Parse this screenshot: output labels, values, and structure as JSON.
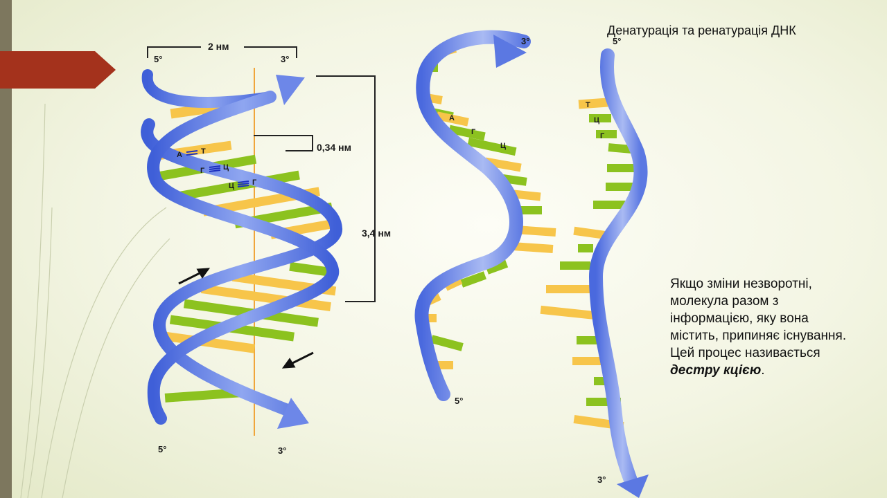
{
  "slide": {
    "title": "Денатурація та ренатурація ДНК",
    "body_intro": "Якщо зміни незворотні, молекула разом з інформацією, яку вона містить, припиняє існування. Цей процес називається ",
    "body_term_part1": "дестру",
    "body_term_part2": "кцією",
    "body_end": "."
  },
  "diagram": {
    "width_label": "2 нм",
    "rise_label": "0,34 нм",
    "pitch_label": "3,4 нм",
    "top_left_end": "5°",
    "top_right_end": "3°",
    "bottom_left_end": "5°",
    "bottom_right_end": "3°",
    "base_pairs": [
      {
        "left": "А",
        "right": "Т"
      },
      {
        "left": "Г",
        "right": "Ц"
      },
      {
        "left": "Ц",
        "right": "Г"
      }
    ],
    "strand_a": {
      "top_end": "3°",
      "bottom_end": "5°",
      "bases": [
        "А",
        "Г",
        "Ц"
      ]
    },
    "strand_b": {
      "top_end": "5°",
      "bottom_end": "3°",
      "bases": [
        "Т",
        "Ц",
        "Г"
      ]
    }
  },
  "colors": {
    "accent_arrow": "#a4321c",
    "left_bar": "#7d775e",
    "strand_blue": "#4f6fe0",
    "base_yellow": "#f7c54a",
    "base_green": "#8cc21f",
    "axis_orange": "#f0a53a"
  }
}
